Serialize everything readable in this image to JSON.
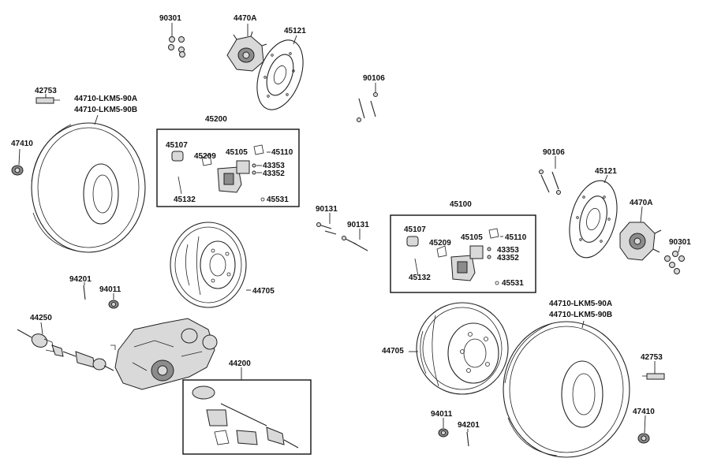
{
  "labels": {
    "p90301_a": "90301",
    "p4470A_a": "4470A",
    "p45121_a": "45121",
    "p90106_a": "90106",
    "p42753_a": "42753",
    "p44710A_a": "44710-LKM5-90A",
    "p44710B_a": "44710-LKM5-90B",
    "p47410_a": "47410",
    "p45200": "45200",
    "p45107_a": "45107",
    "p45209_a": "45209",
    "p45105_a": "45105",
    "p45110_a": "45110",
    "p43353_a": "43353",
    "p43352_a": "43352",
    "p45132_a": "45132",
    "p45531_a": "45531",
    "p90131_a": "90131",
    "p90131_b": "90131",
    "p94201_a": "94201",
    "p94011_a": "94011",
    "p44705_a": "44705",
    "p44250": "44250",
    "p44200": "44200",
    "p90106_b": "90106",
    "p45121_b": "45121",
    "p4470A_b": "4470A",
    "p90301_b": "90301",
    "p45100": "45100",
    "p45107_b": "45107",
    "p45209_b": "45209",
    "p45105_b": "45105",
    "p45110_b": "45110",
    "p43353_b": "43353",
    "p43352_b": "43352",
    "p45132_b": "45132",
    "p45531_b": "45531",
    "p44710A_b": "44710-LKM5-90A",
    "p44710B_b": "44710-LKM5-90B",
    "p44705_b": "44705",
    "p42753_b": "42753",
    "p47410_b": "47410",
    "p94011_b": "94011",
    "p94201_b": "94201"
  },
  "icons": [
    "tire-icon",
    "wheel-rim-icon",
    "brake-disc-icon",
    "wheel-hub-icon",
    "brake-caliper-icon",
    "drive-shaft-icon",
    "differential-icon",
    "nut-icon",
    "bolt-icon"
  ]
}
